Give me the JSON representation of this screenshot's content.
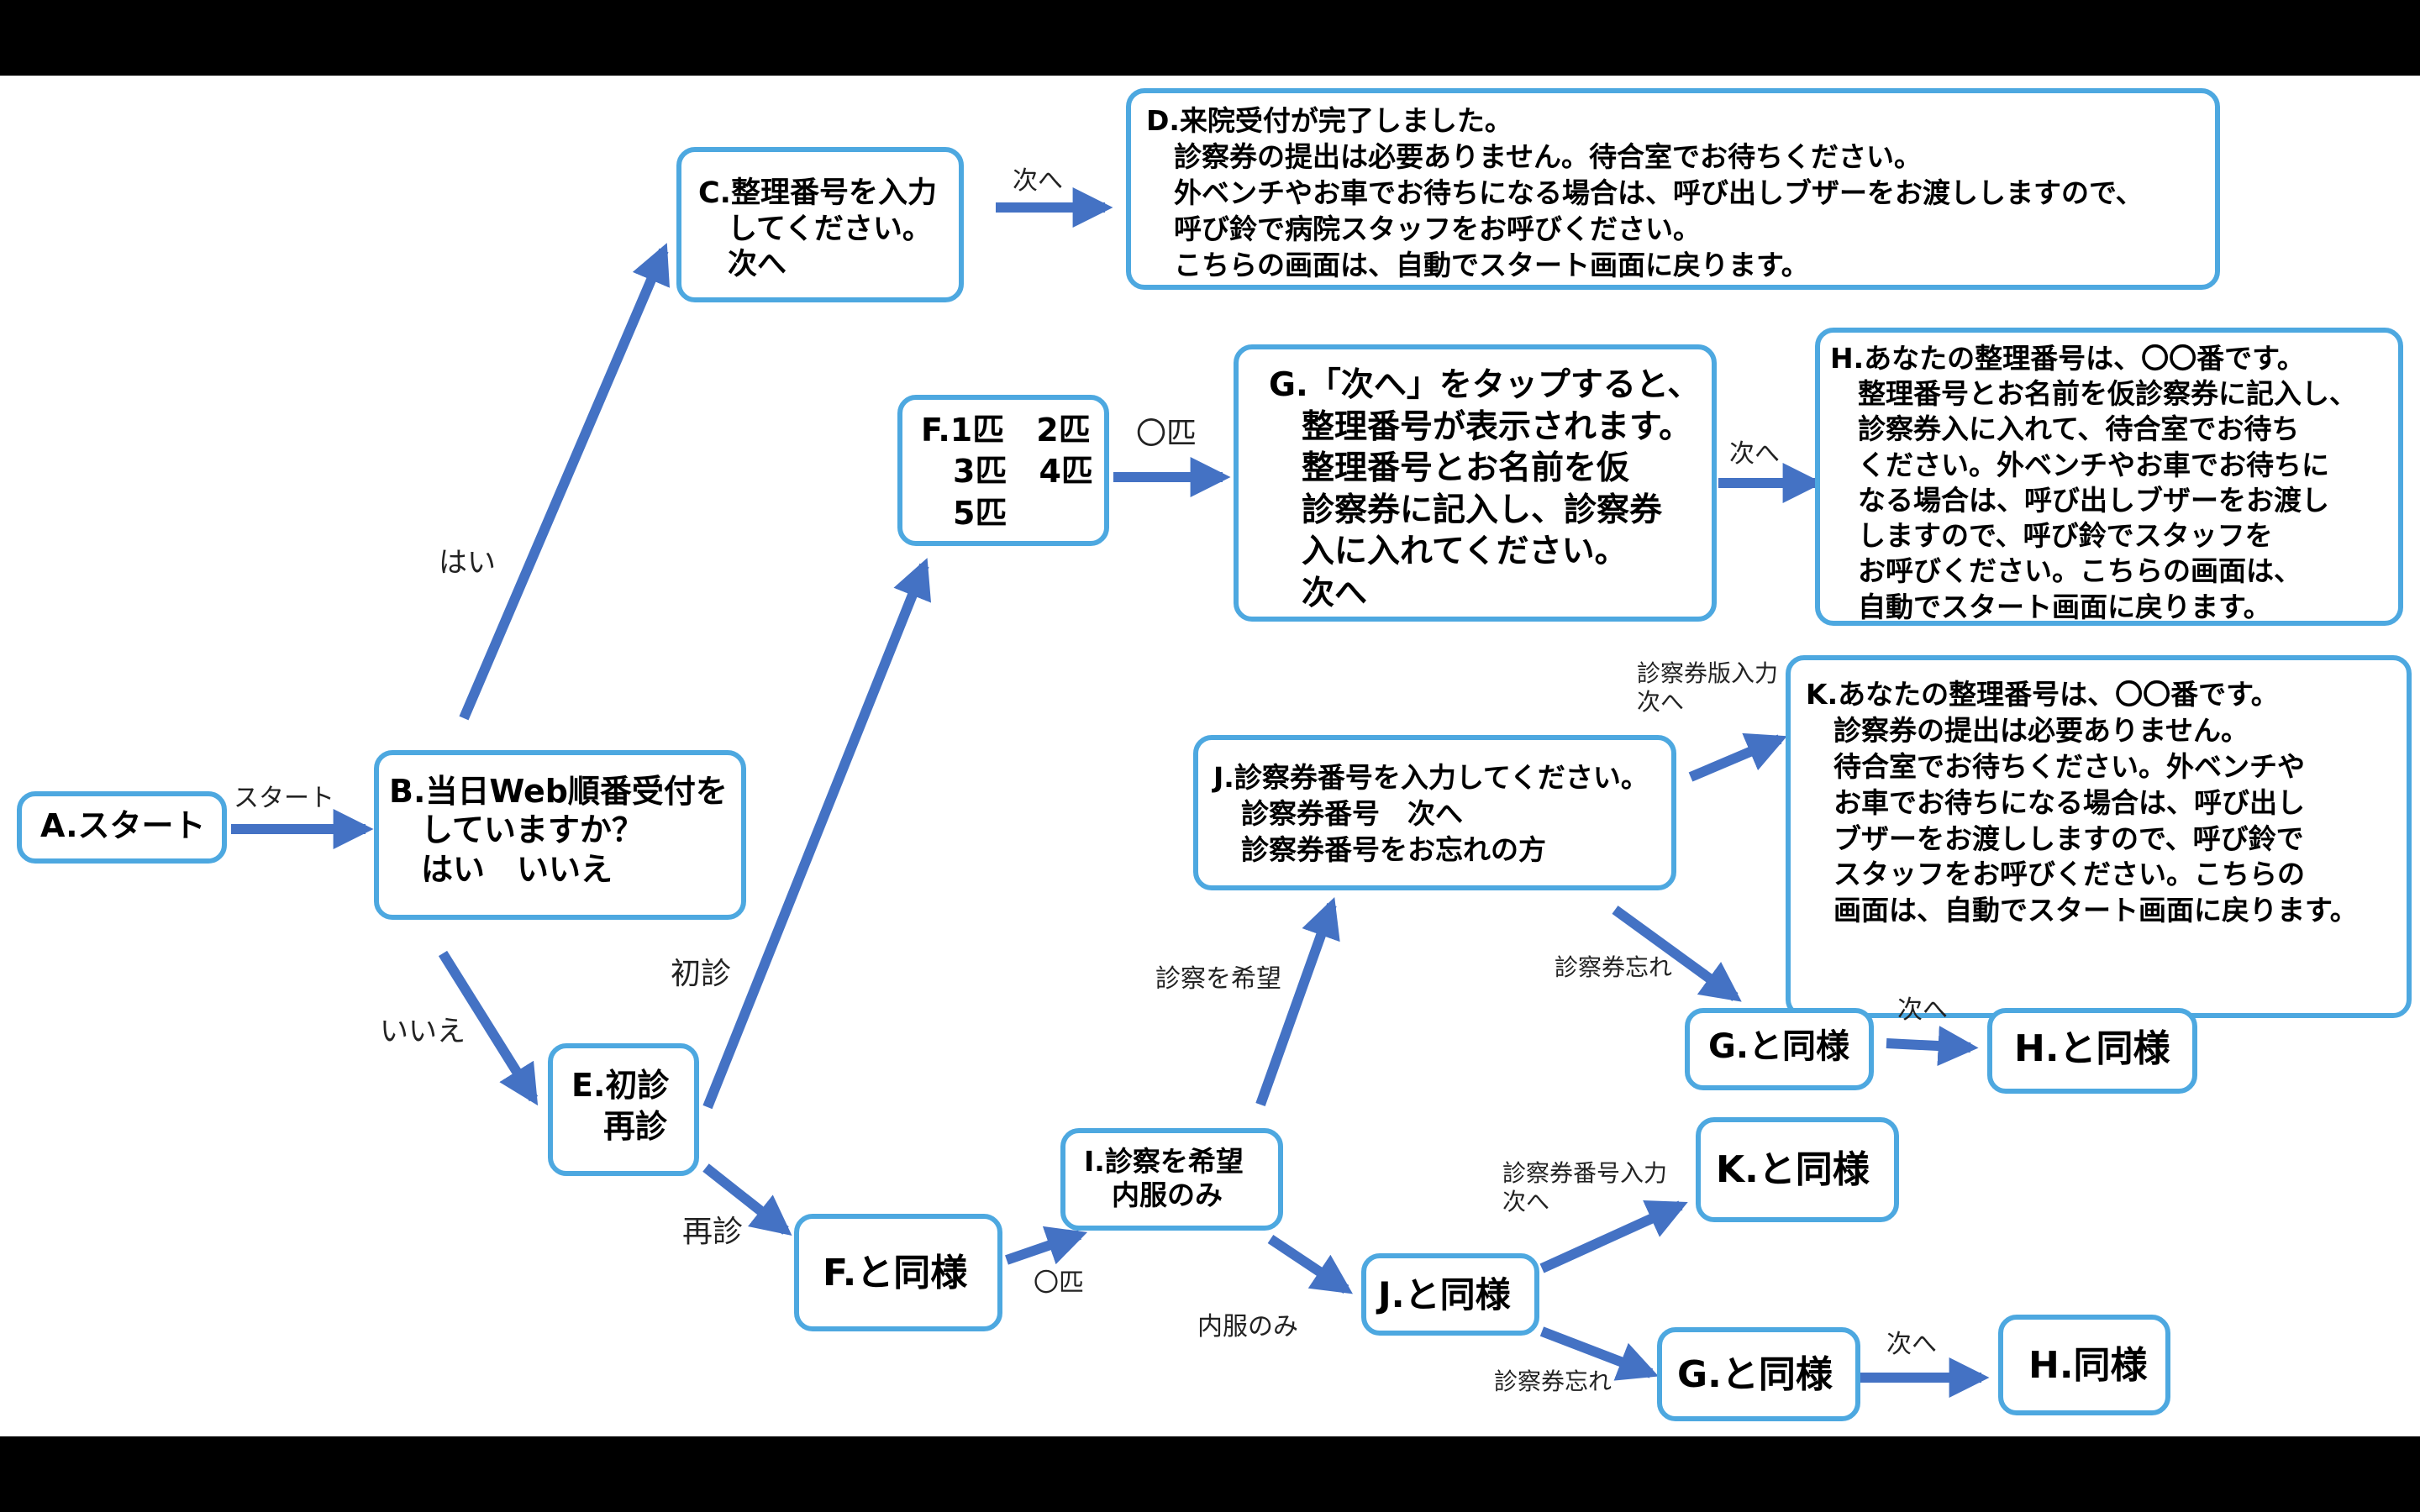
{
  "colors": {
    "box_border": "#4DA8E0",
    "arrow": "#4472C4",
    "background": "#FFFFFF",
    "letterbox": "#000000"
  },
  "nodes": {
    "A": "A.スタート",
    "B": "B.当日Web順番受付を\n　していますか？\n　はい　いいえ",
    "C": "C.整理番号を入力\n　してください。\n　次へ",
    "D": "D.来院受付が完了しました。\n　診察券の提出は必要ありません。待合室でお待ちください。\n　外ベンチやお車でお待ちになる場合は、呼び出しブザーをお渡ししますので、\n　呼び鈴で病院スタッフをお呼びください。\n　こちらの画面は、自動でスタート画面に戻ります。",
    "E": "E.初診\n　再診",
    "F": "F.1匹　2匹\n　3匹　4匹\n　5匹",
    "G": "G.「次へ」をタップすると、\n　整理番号が表示されます。\n　整理番号とお名前を仮\n　診察券に記入し、診察券\n　入に入れてください。\n　次へ",
    "H": "H.あなたの整理番号は、〇〇番です。\n　整理番号とお名前を仮診察券に記入し、\n　診察券入に入れて、待合室でお待ち\n　ください。外ベンチやお車でお待ちに\n　なる場合は、呼び出しブザーをお渡し\n　しますので、呼び鈴でスタッフを\n　お呼びください。こちらの画面は、\n　自動でスタート画面に戻ります。",
    "F_same": "F.と同様",
    "I": "I.診察を希望\n　内服のみ",
    "J": "J.診察券番号を入力してください。\n　診察券番号　次へ\n　診察券番号をお忘れの方",
    "K": "K.あなたの整理番号は、〇〇番です。\n　診察券の提出は必要ありません。\n　待合室でお待ちください。外ベンチや\n　お車でお待ちになる場合は、呼び出し\n　ブザーをお渡ししますので、呼び鈴で\n　スタッフをお呼びください。こちらの\n　画面は、自動でスタート画面に戻ります。",
    "G_same_1": "G.と同様",
    "H_same_1": "H.と同様",
    "K_same": "K.と同様",
    "J_same": "J.と同様",
    "G_same_2": "G.と同様",
    "H_same_2": "H.同様"
  },
  "labels": {
    "start": "スタート",
    "yes": "はい",
    "no": "いいえ",
    "next_c": "次へ",
    "first_visit": "初診",
    "revisit": "再診",
    "pets_g": "〇匹",
    "next_h": "次へ",
    "card_input_k": "診察券版入力\n次へ",
    "want_exam": "診察を希望",
    "card_forgot_1": "診察券忘れ",
    "next_h2": "次へ",
    "pets_i": "〇匹",
    "card_num_input": "診察券番号入力\n次へ",
    "meds_only": "内服のみ",
    "card_forgot_2": "診察券忘れ",
    "next_h3": "次へ"
  }
}
